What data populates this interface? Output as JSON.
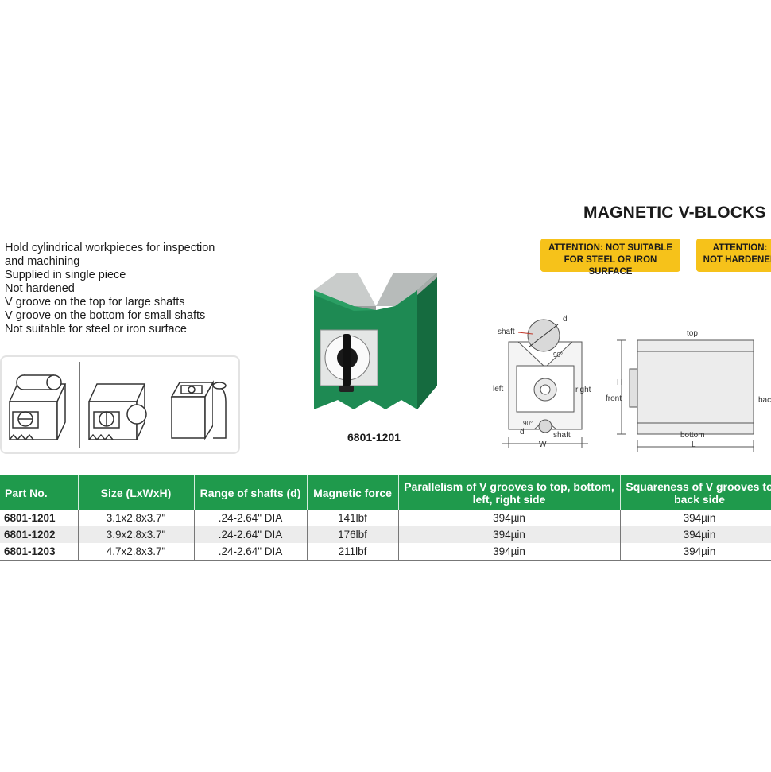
{
  "title": "MAGNETIC V-BLOCKS",
  "badges": [
    {
      "line1": "ATTENTION: NOT SUITABLE",
      "line2": "FOR STEEL OR IRON SURFACE"
    },
    {
      "line1": "ATTENTION:",
      "line2": "NOT HARDENED"
    }
  ],
  "features": [
    "Hold cylindrical workpieces for inspection",
    "and machining",
    "Supplied in single piece",
    "Not hardened",
    "V groove on the top for large shafts",
    "V groove on the bottom for small shafts",
    "Not suitable for steel or iron surface"
  ],
  "photo_caption": "6801-1201",
  "diagram_labels": {
    "shaft_top": "shaft",
    "d_top": "d",
    "angle_top": "90°",
    "left": "left",
    "right": "right",
    "shaft_bottom": "shaft",
    "d_bottom": "d",
    "angle_bottom": "90°",
    "w": "W",
    "top": "top",
    "h": "H",
    "front": "front",
    "back": "back",
    "bottom": "bottom",
    "l": "L"
  },
  "table": {
    "headers": [
      "Part No.",
      "Size (LxWxH)",
      "Range of shafts (d)",
      "Magnetic force",
      "Parallelism of V grooves to top, bottom, left, right side",
      "Squareness of V grooves to back side"
    ],
    "rows": [
      [
        "6801-1201",
        "3.1x2.8x3.7\"",
        ".24-2.64\" DIA",
        "141lbf",
        "394µin",
        "394µin"
      ],
      [
        "6801-1202",
        "3.9x2.8x3.7\"",
        ".24-2.64\" DIA",
        "176lbf",
        "394µin",
        "394µin"
      ],
      [
        "6801-1203",
        "4.7x2.8x3.7\"",
        ".24-2.64\" DIA",
        "211lbf",
        "394µin",
        "394µin"
      ]
    ]
  },
  "colors": {
    "header_green": "#1f9a4c",
    "badge_yellow": "#f6c21a",
    "block_green": "#1e8a53"
  }
}
